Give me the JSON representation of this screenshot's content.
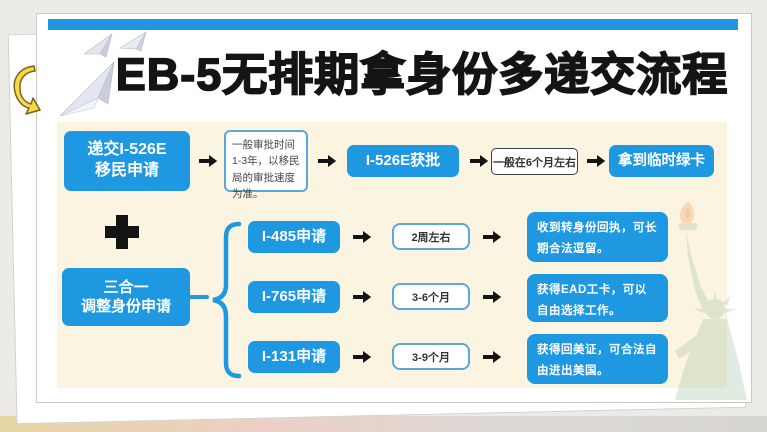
{
  "title": "EB-5无排期拿身份多递交流程",
  "main_flow": {
    "start": {
      "line1": "递交I-526E",
      "line2": "移民申请"
    },
    "note": "一般审批时间1-3年，以移民局的审批速度为准。",
    "approved": "I-526E获批",
    "duration": "一般在6个月左右",
    "result": "拿到临时绿卡"
  },
  "combo": {
    "plus_symbol": "+",
    "source": {
      "line1": "三合一",
      "line2": "调整身份申请"
    },
    "branches": [
      {
        "application": "I-485申请",
        "duration": "2周左右",
        "result": "收到转身份回执，可长期合法逗留。"
      },
      {
        "application": "I-765申请",
        "duration": "3-6个月",
        "result": "获得EAD工卡，可以自由选择工作。"
      },
      {
        "application": "I-131申请",
        "duration": "3-9个月",
        "result": "获得回美证，可合法自由进出美国。"
      }
    ]
  },
  "colors": {
    "accent_blue": "#1F98E2",
    "header_bar_blue": "#2095E0",
    "panel_cream": "#FBF4E0",
    "title_black": "#141414",
    "note_border_blue": "#5AA7DB",
    "duration_border_dark": "#39404C",
    "arrow_black": "#141414",
    "decor_arrow_yellow": "#F6D844",
    "statue_green": "#9CC2A0",
    "flame_orange": "#F2923C"
  },
  "icons": [
    "paper-plane-icon",
    "curved-arrow-icon",
    "plus-icon",
    "brace-icon",
    "arrow-icon",
    "statue-of-liberty-icon"
  ]
}
